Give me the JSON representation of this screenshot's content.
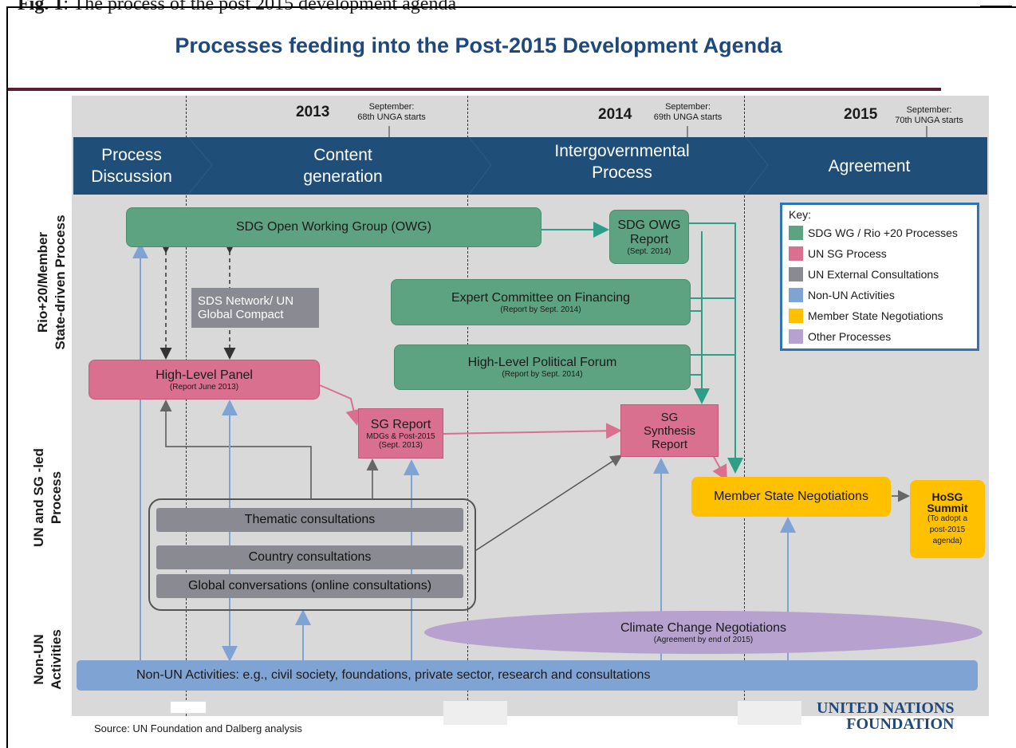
{
  "caption": {
    "fig_label": "Fig. 1",
    "text": ": The process of the post 2015 development agenda"
  },
  "title": "Processes feeding into the Post-2015 Development Agenda",
  "timeline": {
    "years": [
      "2013",
      "2014",
      "2015"
    ],
    "september": [
      {
        "line1": "September:",
        "line2": "68th UNGA starts"
      },
      {
        "line1": "September:",
        "line2": "69th UNGA starts"
      },
      {
        "line1": "September:",
        "line2": "70th UNGA starts"
      }
    ]
  },
  "phases": [
    {
      "line1": "Process",
      "line2": "Discussion"
    },
    {
      "line1": "Content",
      "line2": "generation"
    },
    {
      "line1": "Intergovernmental",
      "line2": "Process"
    },
    {
      "line1": "Agreement",
      "line2": ""
    }
  ],
  "rows": {
    "row1": {
      "line1": "Rio+20/Member",
      "line2": "State-driven Process"
    },
    "row2": {
      "line1": "UN and SG -led",
      "line2": "Process"
    },
    "row3": {
      "line1": "Non-UN",
      "line2": "Activities"
    }
  },
  "nodes": {
    "owg": "SDG Open Working Group (OWG)",
    "owg_report": {
      "line1": "SDG OWG",
      "line2": "Report",
      "sub": "(Sept. 2014)"
    },
    "sds": {
      "line1": "SDS Network/ UN",
      "line2": "Global Compact"
    },
    "financing": {
      "title": "Expert Committee on Financing",
      "sub": "(Report by Sept. 2014)"
    },
    "hlpf": {
      "title": "High-Level Political Forum",
      "sub": "(Report by Sept. 2014)"
    },
    "hlp": {
      "title": "High-Level Panel",
      "sub": "(Report June 2013)"
    },
    "sg_report": {
      "title": "SG Report",
      "sub1": "MDGs & Post-2015",
      "sub2": "(Sept. 2013)"
    },
    "sg_synthesis": {
      "line1": "SG",
      "line2": "Synthesis",
      "line3": "Report"
    },
    "member_state": "Member State Negotiations",
    "hosg": {
      "line1": "HoSG",
      "line2": "Summit",
      "sub1": "(To adopt a",
      "sub2": "post-2015",
      "sub3": "agenda)"
    },
    "thematic": "Thematic consultations",
    "country": "Country consultations",
    "global": "Global conversations (online consultations)",
    "climate": {
      "title": "Climate Change Negotiations",
      "sub": "(Agreement by end of 2015)"
    },
    "non_un": "Non-UN Activities: e.g., civil society, foundations, private sector, research and consultations"
  },
  "key": {
    "title": "Key:",
    "items": [
      {
        "label": "SDG WG / Rio +20 Processes",
        "color": "#5ea381"
      },
      {
        "label": "UN SG Process",
        "color": "#d9708f"
      },
      {
        "label": "UN External Consultations",
        "color": "#8a8a92"
      },
      {
        "label": "Non-UN Activities",
        "color": "#7fa3d2"
      },
      {
        "label": "Member State Negotiations",
        "color": "#ffc000"
      },
      {
        "label": "Other Processes",
        "color": "#b7a2cf"
      }
    ]
  },
  "source": "Source: UN Foundation and Dalberg analysis",
  "logo": {
    "line1": "UNITED NATIONS",
    "line2": "FOUNDATION"
  },
  "colors": {
    "phase": "#1f4e79",
    "title": "#1f497d",
    "arrow_green": "#2e9e87",
    "arrow_pink": "#d9708f",
    "arrow_gray": "#666666",
    "arrow_blue": "#7fa3d2"
  }
}
